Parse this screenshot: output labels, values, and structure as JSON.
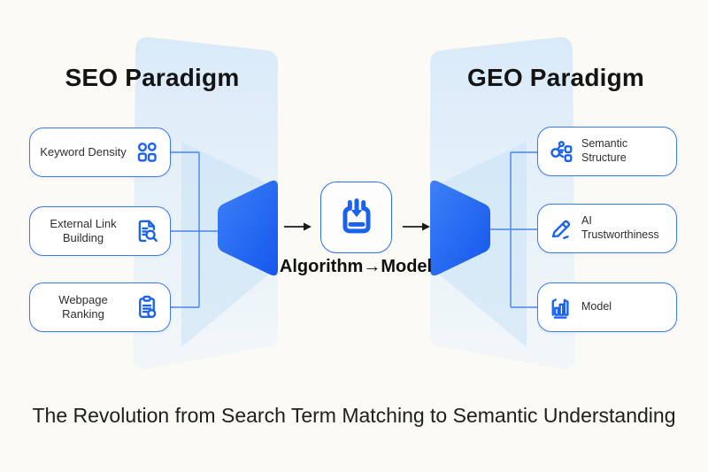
{
  "titles": {
    "left": "SEO Paradigm",
    "right": "GEO Paradigm"
  },
  "seo_items": [
    {
      "label": "Keyword Density",
      "icon": "grid-category-icon"
    },
    {
      "label": "External Link Building",
      "icon": "document-search-icon"
    },
    {
      "label": "Webpage Ranking",
      "icon": "clipboard-list-icon"
    }
  ],
  "geo_items": [
    {
      "label": "Semantic Structure",
      "icon": "workflow-nodes-icon"
    },
    {
      "label": "AI Trustworthiness",
      "icon": "pen-icon"
    },
    {
      "label": "Model",
      "icon": "bar-chart-icon"
    }
  ],
  "center": {
    "label": "Algorithm→Model",
    "icon": "download-tray-icon"
  },
  "caption": "The Revolution from Search Term Matching to Semantic Understanding",
  "colors": {
    "accent_blue": "#1b62ee",
    "box_border_blue": "#3b78ee",
    "funnel_blue": "#1f66f3",
    "panel_light_blue": "#d8e9f9",
    "background": "#fbfaf5",
    "text_dark": "#141414"
  }
}
